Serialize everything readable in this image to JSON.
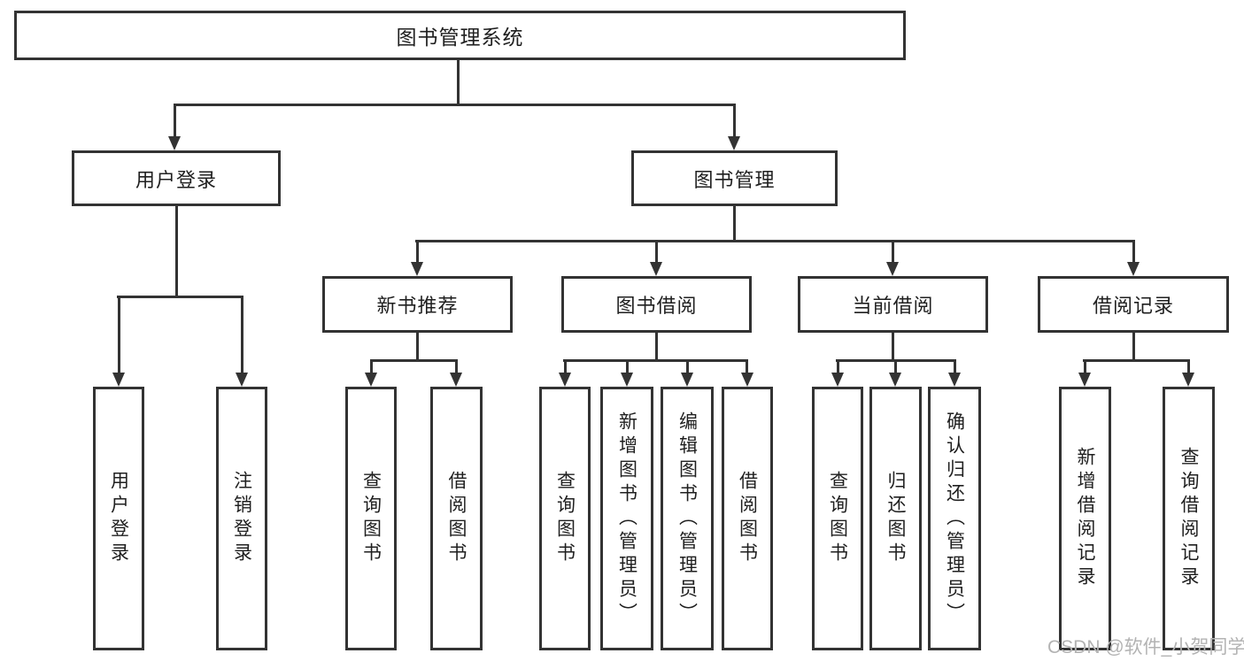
{
  "colors": {
    "background": "#ffffff",
    "line": "#333333",
    "text": "#1f1f1f",
    "watermark": "#b3b3b3"
  },
  "root": {
    "label": "图书管理系统"
  },
  "branches": [
    {
      "label": "用户登录",
      "children": [
        {
          "label": "用户登录"
        },
        {
          "label": "注销登录"
        }
      ]
    },
    {
      "label": "图书管理",
      "children": [
        {
          "label": "新书推荐",
          "children": [
            {
              "label": "查询图书"
            },
            {
              "label": "借阅图书"
            }
          ]
        },
        {
          "label": "图书借阅",
          "children": [
            {
              "label": "查询图书"
            },
            {
              "label": "新增图书（管理员）"
            },
            {
              "label": "编辑图书（管理员）"
            },
            {
              "label": "借阅图书"
            }
          ]
        },
        {
          "label": "当前借阅",
          "children": [
            {
              "label": "查询图书"
            },
            {
              "label": "归还图书"
            },
            {
              "label": "确认归还（管理员）"
            }
          ]
        },
        {
          "label": "借阅记录",
          "children": [
            {
              "label": "新增借阅记录"
            },
            {
              "label": "查询借阅记录"
            }
          ]
        }
      ]
    }
  ],
  "watermark": {
    "text": "CSDN @软件_小贺同学"
  }
}
